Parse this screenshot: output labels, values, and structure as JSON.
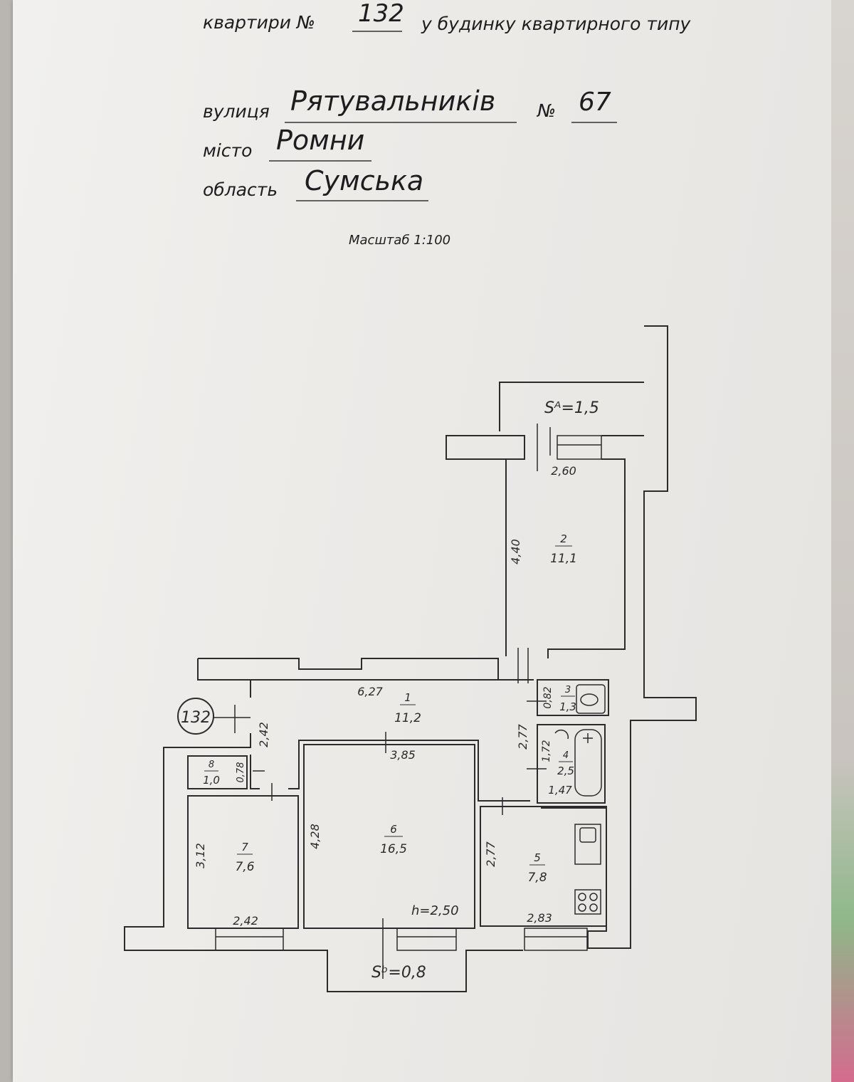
{
  "header": {
    "apartment_label": "квартири №",
    "apartment_number": "132",
    "house_type": "у будинку квартирного типу",
    "street_label": "вулиця",
    "street": "Рятувальників",
    "number_label": "№",
    "house_number": "67",
    "city_label": "місто",
    "city": "Ромни",
    "region_label": "область",
    "region": "Сумська",
    "scale": "Масштаб 1:100"
  },
  "plan": {
    "unit_tag": "132",
    "height": "h=2,50",
    "balcony_top": "Sᴬ=1,5",
    "balcony_bottom": "Sᵇ=0,8",
    "rooms": [
      {
        "num": "1",
        "area": "11,2"
      },
      {
        "num": "2",
        "area": "11,1"
      },
      {
        "num": "3",
        "area": "1,3"
      },
      {
        "num": "4",
        "area": "2,5"
      },
      {
        "num": "5",
        "area": "7,8"
      },
      {
        "num": "6",
        "area": "16,5"
      },
      {
        "num": "7",
        "area": "7,6"
      },
      {
        "num": "8",
        "area": "1,0"
      }
    ],
    "dimensions": {
      "d260": "2,60",
      "d440": "4,40",
      "d627": "6,27",
      "d242v": "2,42",
      "d277a": "2,77",
      "d082": "0,82",
      "d172": "1,72",
      "d147": "1,47",
      "d385": "3,85",
      "d078": "0,78",
      "d428": "4,28",
      "d312": "3,12",
      "d242h": "2,42",
      "d277b": "2,77",
      "d283": "2,83"
    }
  },
  "colors": {
    "ink": "#2b2b2d",
    "paper": "#eceae7"
  }
}
